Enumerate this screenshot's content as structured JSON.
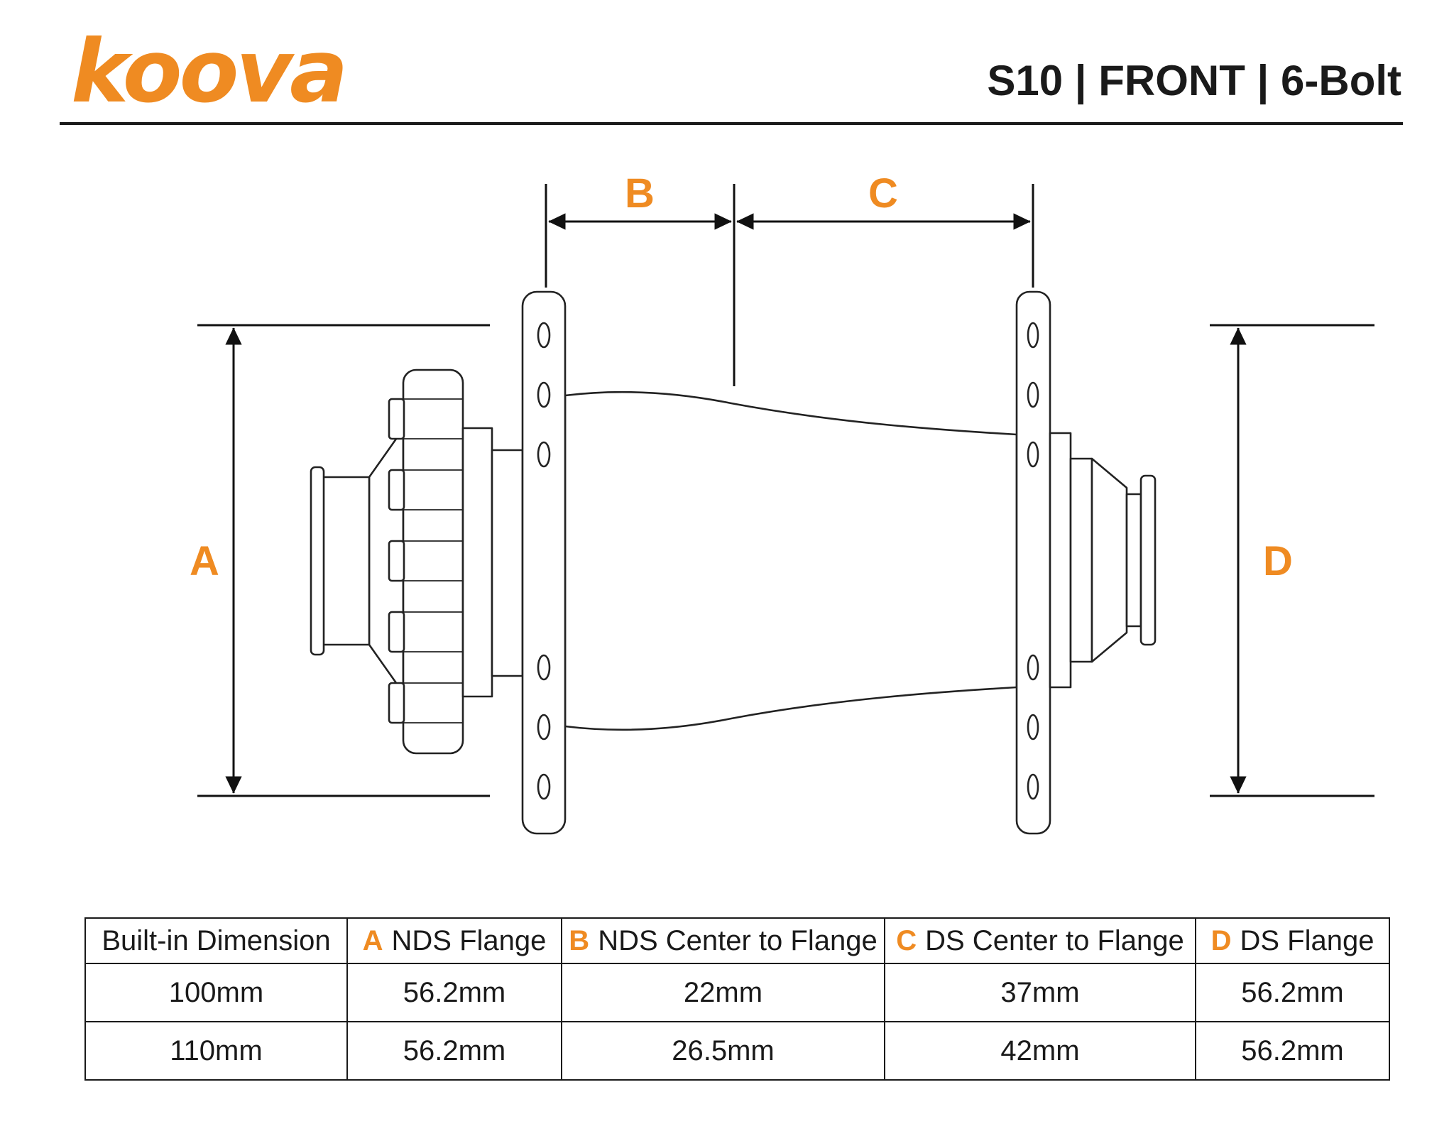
{
  "brand": {
    "logo_text": "koova"
  },
  "header": {
    "title": "S10 | FRONT | 6-Bolt"
  },
  "diagram": {
    "dimension_labels": {
      "a": "A",
      "b": "B",
      "c": "C",
      "d": "D"
    }
  },
  "table": {
    "columns": [
      {
        "prefix": "",
        "label": "Built-in Dimension"
      },
      {
        "prefix": "A",
        "label": "NDS Flange"
      },
      {
        "prefix": "B",
        "label": "NDS Center to Flange"
      },
      {
        "prefix": "C",
        "label": "DS Center to Flange"
      },
      {
        "prefix": "D",
        "label": "DS Flange"
      }
    ],
    "rows": [
      [
        "100mm",
        "56.2mm",
        "22mm",
        "37mm",
        "56.2mm"
      ],
      [
        "110mm",
        "56.2mm",
        "26.5mm",
        "42mm",
        "56.2mm"
      ]
    ]
  },
  "colors": {
    "accent": "#EF8B22",
    "ink": "#1A1A1A"
  }
}
